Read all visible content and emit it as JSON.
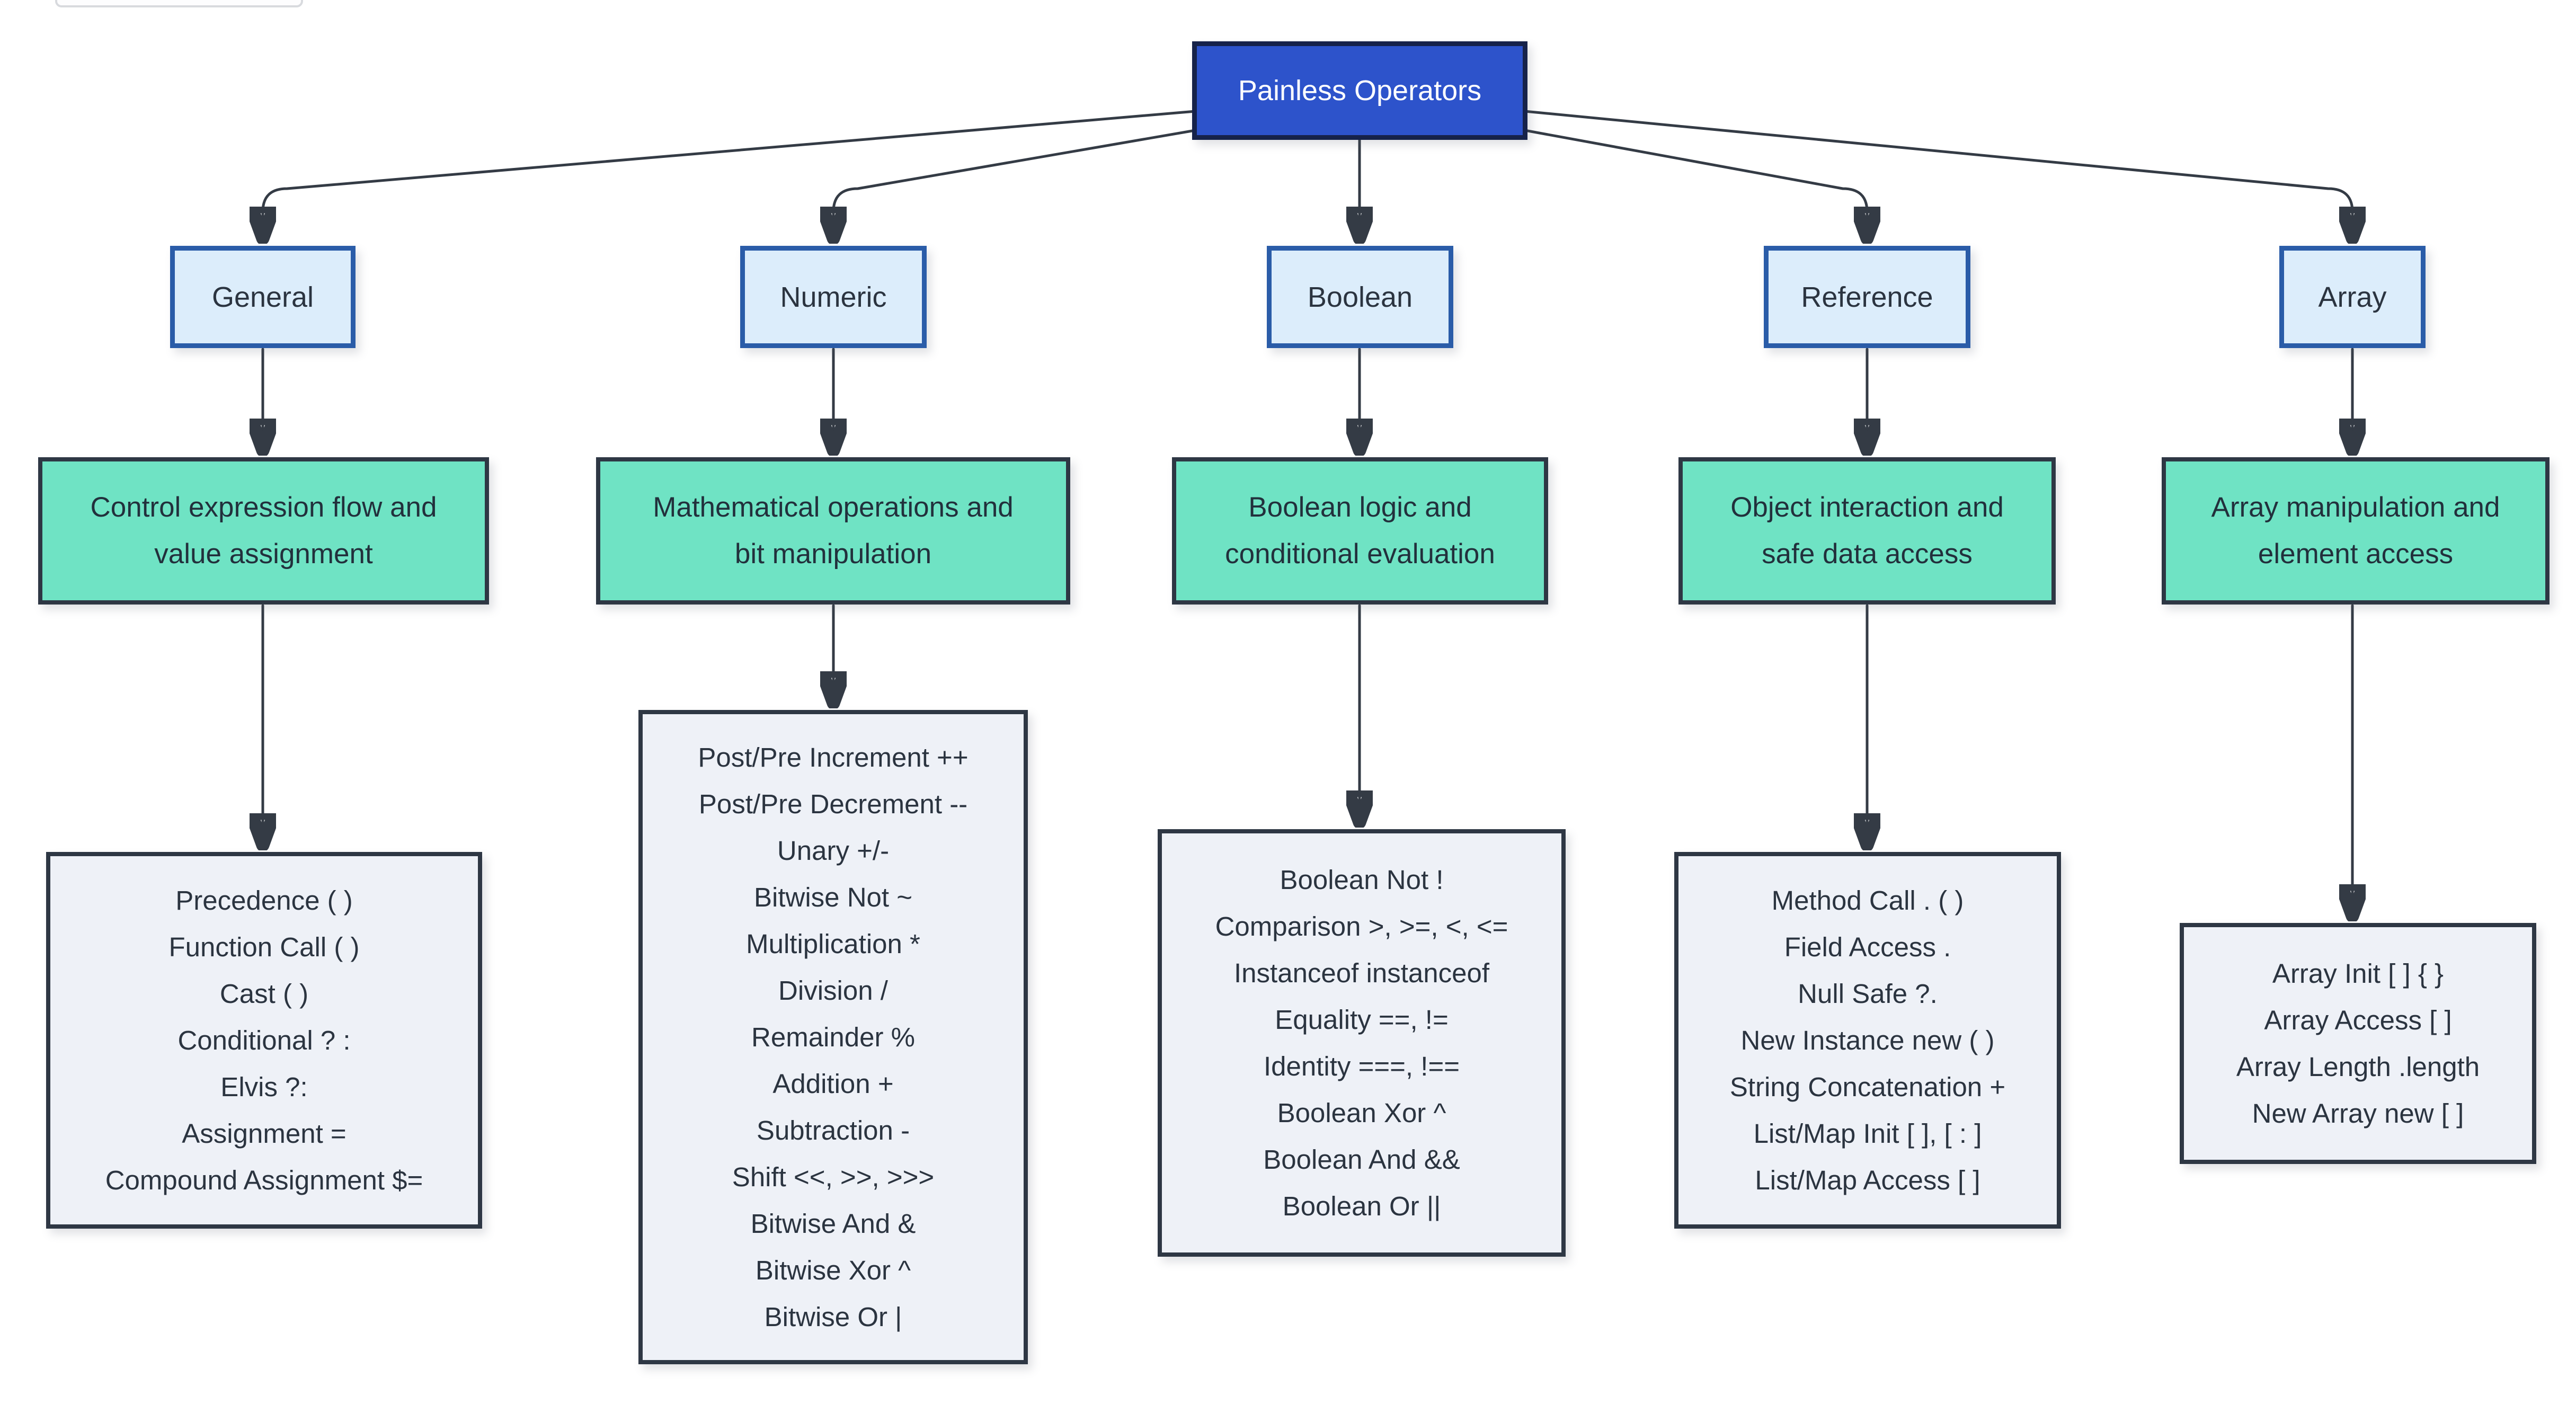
{
  "diagram": {
    "root": {
      "label": "Painless Operators"
    },
    "columns": [
      {
        "id": "general",
        "category": "General",
        "summary": "Control expression flow and value assignment",
        "summary_lines": [
          "Control expression flow and",
          "value assignment"
        ],
        "operators": [
          "Precedence ( )",
          "Function Call ( )",
          "Cast ( )",
          "Conditional ? :",
          "Elvis ?:",
          "Assignment =",
          "Compound Assignment $="
        ]
      },
      {
        "id": "numeric",
        "category": "Numeric",
        "summary": "Mathematical operations and bit manipulation",
        "summary_lines": [
          "Mathematical operations and",
          "bit manipulation"
        ],
        "operators": [
          "Post/Pre Increment ++",
          "Post/Pre Decrement --",
          "Unary +/-",
          "Bitwise Not ~",
          "Multiplication *",
          "Division /",
          "Remainder %",
          "Addition +",
          "Subtraction -",
          "Shift <<, >>, >>>",
          "Bitwise And &",
          "Bitwise Xor ^",
          "Bitwise Or |"
        ]
      },
      {
        "id": "boolean",
        "category": "Boolean",
        "summary": "Boolean logic and conditional evaluation",
        "summary_lines": [
          "Boolean logic and",
          "conditional evaluation"
        ],
        "operators": [
          "Boolean Not !",
          "Comparison >, >=, <, <=",
          "Instanceof instanceof",
          "Equality ==, !=",
          "Identity ===, !==",
          "Boolean Xor ^",
          "Boolean And &&",
          "Boolean Or ||"
        ]
      },
      {
        "id": "reference",
        "category": "Reference",
        "summary": "Object interaction and safe data access",
        "summary_lines": [
          "Object interaction and",
          "safe data access"
        ],
        "operators": [
          "Method Call . ( )",
          "Field Access .",
          "Null Safe ?.",
          "New Instance new ( )",
          "String Concatenation +",
          "List/Map Init [ ], [ : ]",
          "List/Map Access [ ]"
        ]
      },
      {
        "id": "array",
        "category": "Array",
        "summary": "Array manipulation and element access",
        "summary_lines": [
          "Array manipulation and",
          "element access"
        ],
        "operators": [
          "Array Init [ ] { }",
          "Array Access [ ]",
          "Array Length .length",
          "New Array new [ ]"
        ]
      }
    ],
    "colors": {
      "root_fill": "#2d53cb",
      "root_border": "#16224a",
      "category_fill": "#dcedfb",
      "category_border": "#2a5ca8",
      "summary_fill": "#6fe3c4",
      "dark_border": "#2e3744",
      "detail_fill": "#eef1f7",
      "edge": "#343b45",
      "text": "#2b3440"
    }
  }
}
